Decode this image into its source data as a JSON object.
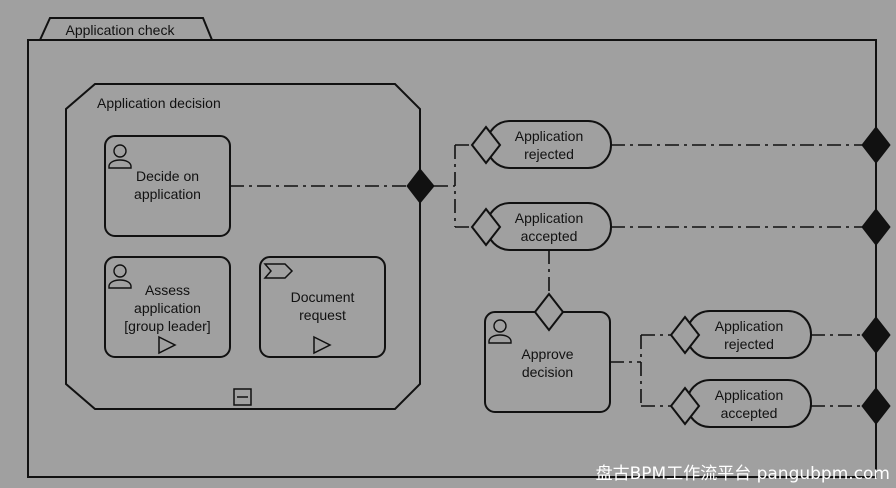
{
  "pool": {
    "tab_label": "Application check"
  },
  "subprocess": {
    "title": "Application decision"
  },
  "tasks": {
    "decide": "Decide on\napplication",
    "assess": "Assess\napplication\n[group leader]",
    "document": "Document\nrequest",
    "approve": "Approve\ndecision"
  },
  "events": {
    "rejected_top": "Application\nrejected",
    "accepted_top": "Application\naccepted",
    "rejected_bottom": "Application\nrejected",
    "accepted_bottom": "Application\naccepted"
  },
  "watermark": "盘古BPM工作流平台 pangubpm.com",
  "colors": {
    "background": "#a0a0a0",
    "stroke": "#111111",
    "fill": "#a0a0a0"
  }
}
